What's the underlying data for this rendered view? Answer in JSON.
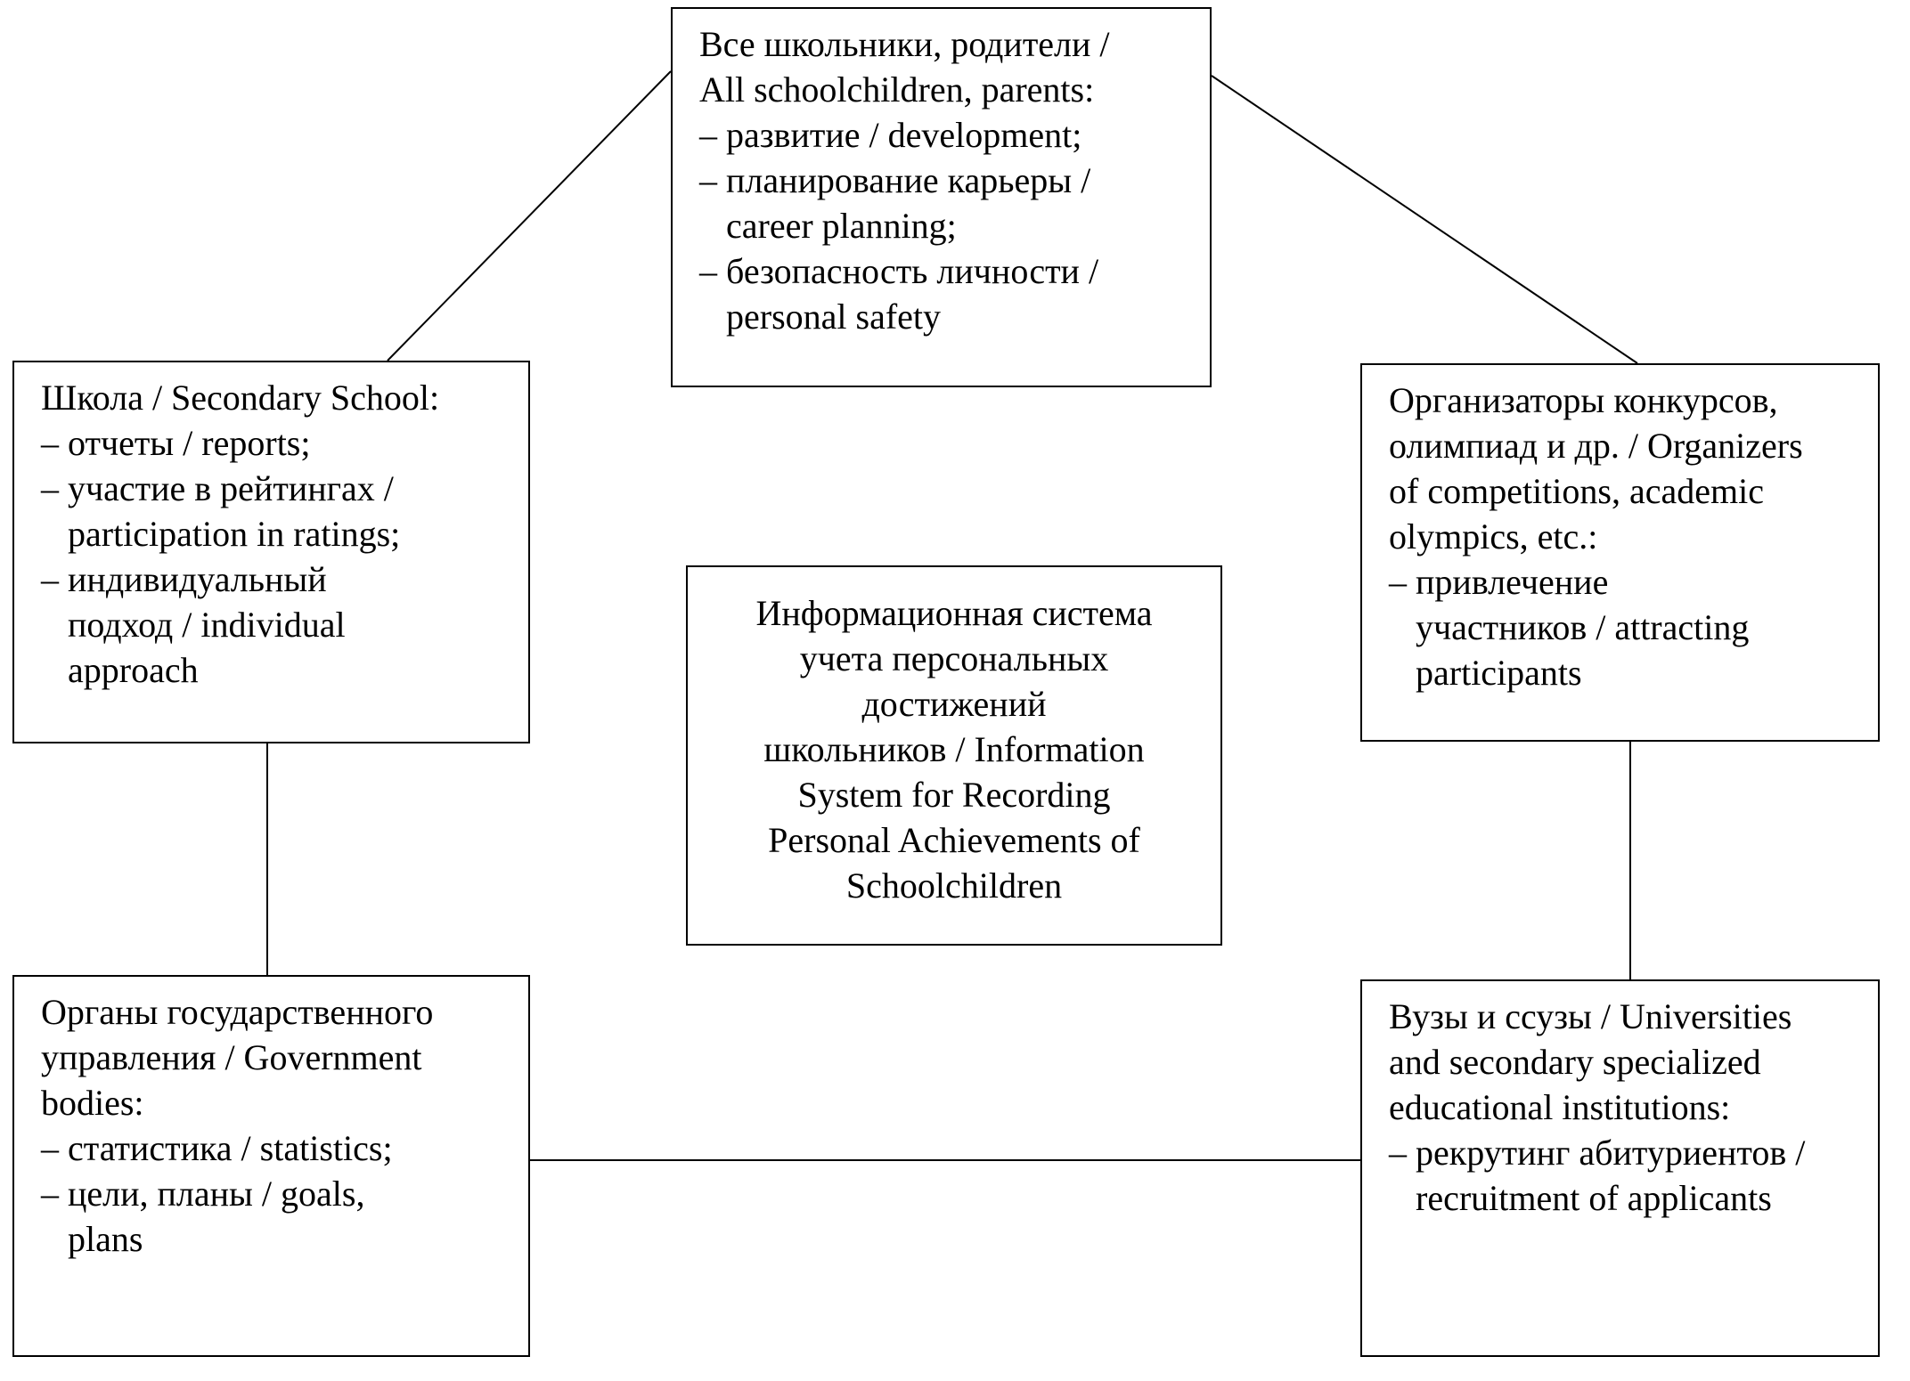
{
  "boxes": {
    "schoolchildren_parents": {
      "text": "Все школьники, родители /\nAll schoolchildren, parents:\n– развитие / development;\n– планирование карьеры /\n   career planning;\n– безопасность личности /\n   personal safety"
    },
    "secondary_school": {
      "text": "Школа / Secondary School:\n– отчеты / reports;\n– участие в рейтингах /\n   participation in ratings;\n– индивидуальный\n   подход / individual\n   approach"
    },
    "organizers": {
      "text": "Организаторы конкурсов,\nолимпиад и др. / Organizers\nof competitions, academic\nolympics, etc.:\n– привлечение\n   участников / attracting\n   participants"
    },
    "information_system": {
      "text": "Информационная система\nучета персональных\nдостижений\nшкольников / Information\nSystem for Recording\nPersonal Achievements of\nSchoolchildren"
    },
    "government_bodies": {
      "text": "Органы государственного\nуправления / Government\nbodies:\n– статистика / statistics;\n– цели, планы / goals,\n   plans"
    },
    "universities": {
      "text": "Вузы и ссузы / Universities\nand secondary specialized\neducational institutions:\n– рекрутинг абитуриентов /\n   recruitment of applicants"
    }
  },
  "colors": {
    "border": "#000000",
    "background": "#ffffff",
    "text": "#000000"
  }
}
